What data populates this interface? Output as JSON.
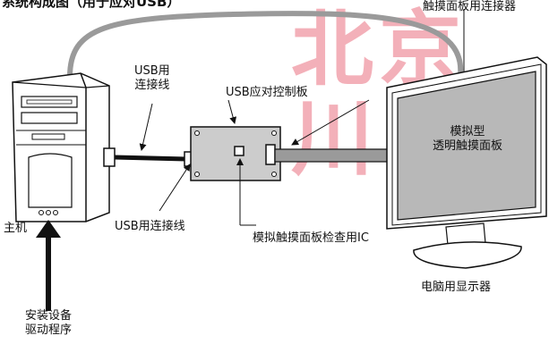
{
  "title": "系统构成图（用于应对USB）",
  "watermark": "北京川",
  "labels": {
    "touch_panel_connector": "触摸面板用连接器",
    "usb_cable_top": "USB用\n连接线",
    "usb_control_board": "USB应对控制板",
    "usb_cable_bottom": "USB用连接线",
    "host": "主机",
    "analog_ic": "模拟触摸面板检查用IC",
    "monitor_screen": "模拟型\n透明触摸面板",
    "monitor_caption": "电脑用显示器",
    "driver_install": "安装设备\n驱动程序"
  },
  "colors": {
    "watermark": "#f2a3ad",
    "board": "#cccccc",
    "panel": "#b8b8b8",
    "cable": "#9a9a9a",
    "ink": "#111111"
  }
}
